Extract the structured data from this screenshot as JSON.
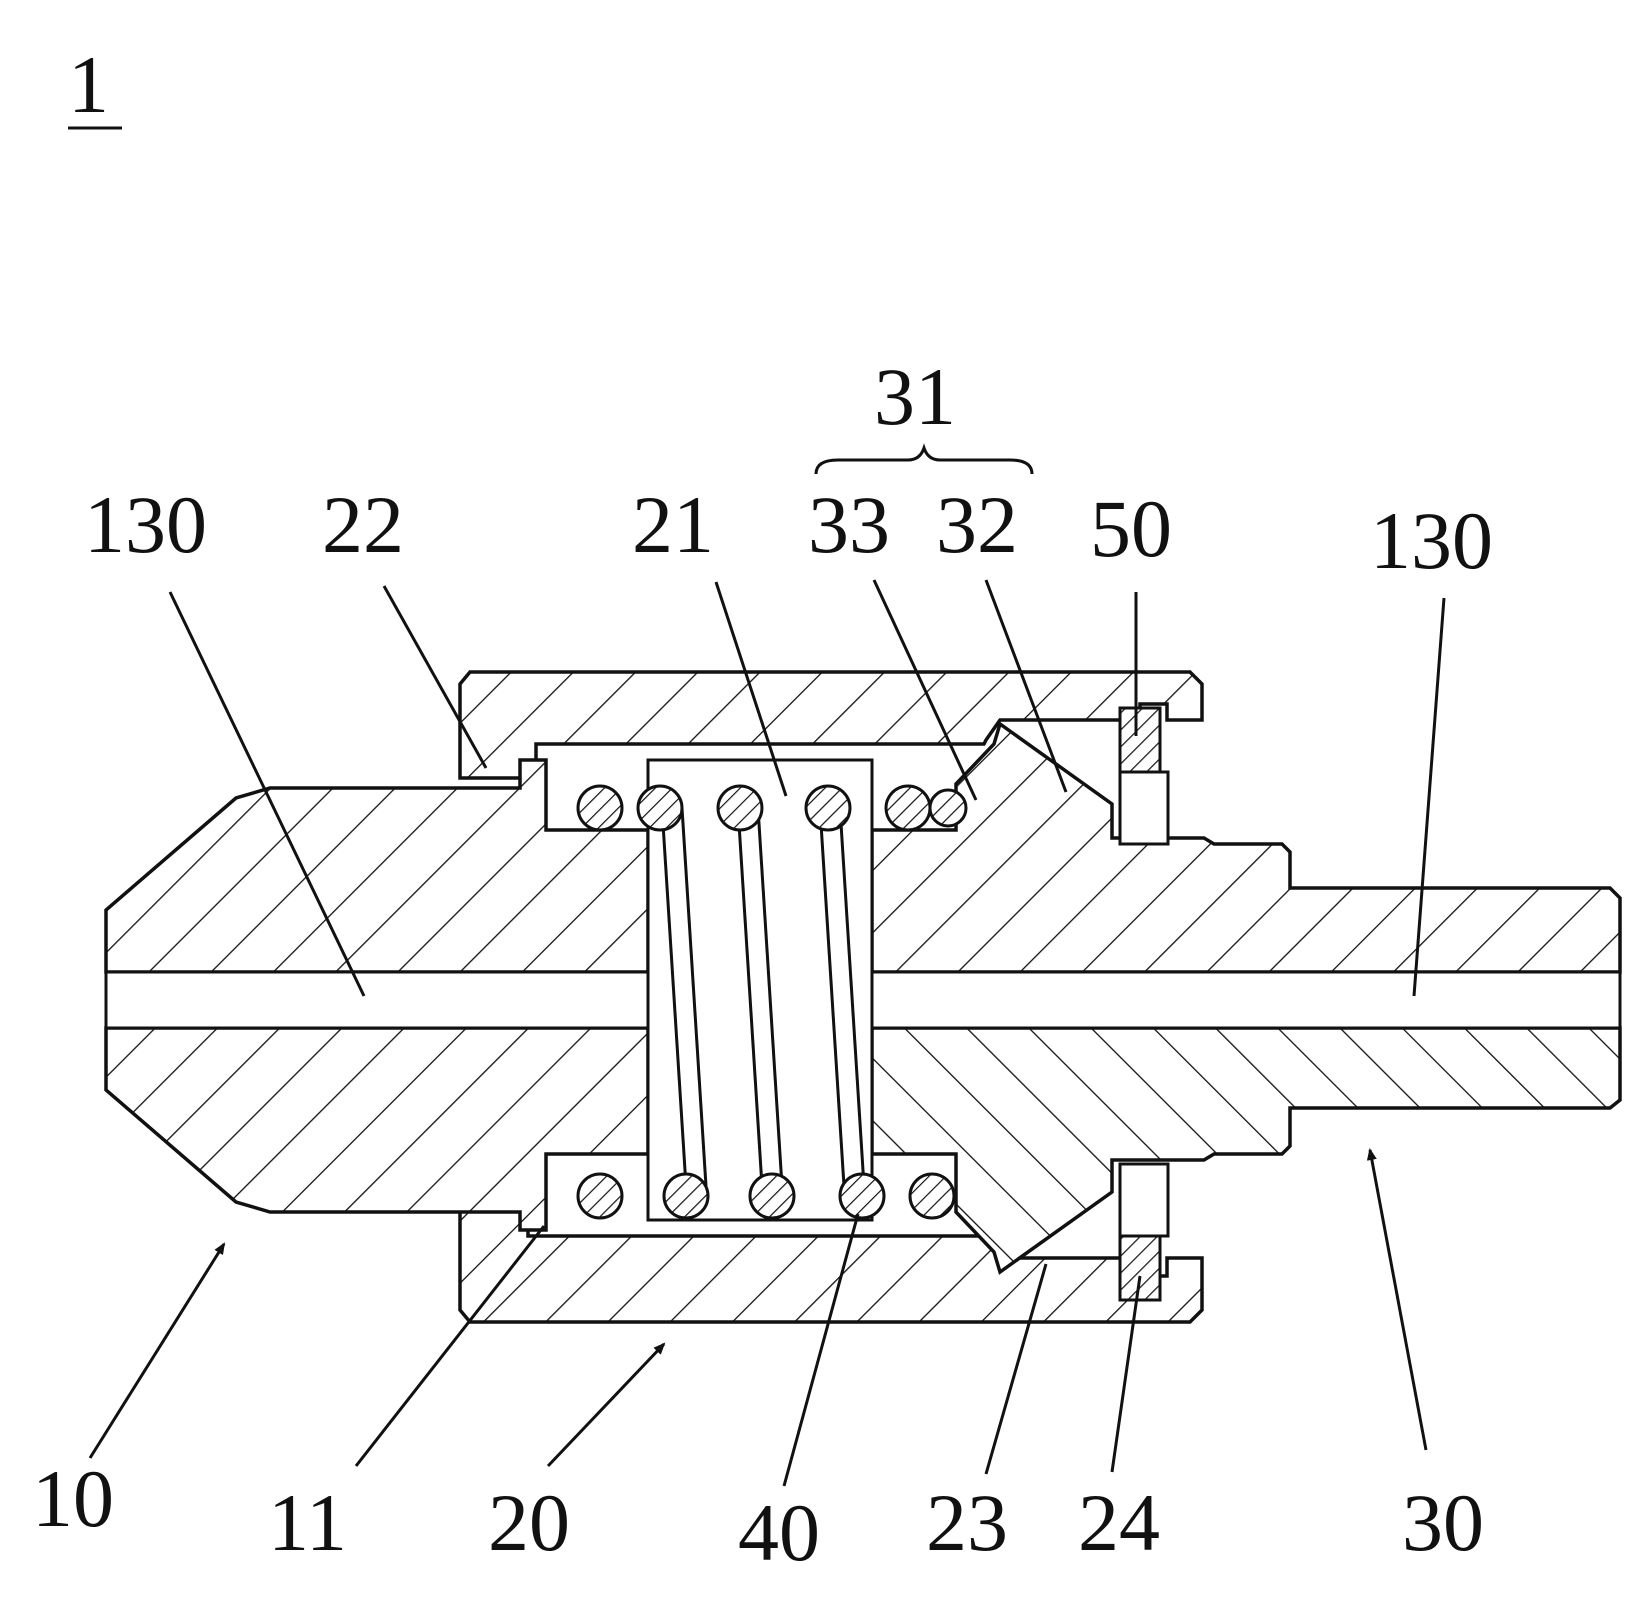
{
  "figure": {
    "number": "1",
    "labels": {
      "l130a": "130",
      "l22": "22",
      "l21": "21",
      "l31": "31",
      "l33": "33",
      "l32": "32",
      "l50": "50",
      "l130b": "130",
      "l10": "10",
      "l11": "11",
      "l20": "20",
      "l40": "40",
      "l23": "23",
      "l24": "24",
      "l30": "30"
    }
  },
  "colors": {
    "ink": "#111111",
    "paper": "#ffffff"
  }
}
